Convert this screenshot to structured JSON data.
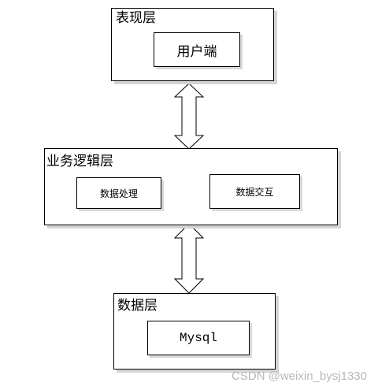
{
  "presentation_layer": {
    "title": "表现层",
    "client_box": "用户端"
  },
  "business_layer": {
    "title": "业务逻辑层",
    "data_processing_box": "数据处理",
    "data_interaction_box": "数据交互"
  },
  "data_layer": {
    "title": "数据层",
    "mysql_box": "Mysql"
  },
  "watermark": "CSDN @weixin_bysj1330"
}
